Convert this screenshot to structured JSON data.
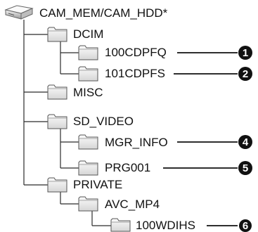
{
  "tree": {
    "root": {
      "label": "CAM_MEM/CAM_HDD*",
      "icon": "drive-icon"
    },
    "folders": [
      {
        "id": "dcim",
        "label": "DCIM",
        "icon": "folder-icon"
      },
      {
        "id": "100cdpfq",
        "label": "100CDPFQ",
        "icon": "folder-icon",
        "marker": "1"
      },
      {
        "id": "101cdpfs",
        "label": "101CDPFS",
        "icon": "folder-icon",
        "marker": "2"
      },
      {
        "id": "misc",
        "label": "MISC",
        "icon": "folder-icon"
      },
      {
        "id": "sd_video",
        "label": "SD_VIDEO",
        "icon": "folder-icon"
      },
      {
        "id": "mgr_info",
        "label": "MGR_INFO",
        "icon": "folder-icon",
        "marker": "4"
      },
      {
        "id": "prg001",
        "label": "PRG001",
        "icon": "folder-icon",
        "marker": "5"
      },
      {
        "id": "private",
        "label": "PRIVATE",
        "icon": "folder-icon"
      },
      {
        "id": "avc_mp4",
        "label": "AVC_MP4",
        "icon": "folder-icon"
      },
      {
        "id": "100wdihs",
        "label": "100WDIHS",
        "icon": "folder-icon",
        "marker": "6"
      }
    ]
  },
  "colors": {
    "line": "#2b2b2b",
    "folder_fill": "#f2f2f2",
    "folder_stroke": "#555555",
    "marker_fill": "#111111",
    "marker_text": "#ffffff"
  }
}
